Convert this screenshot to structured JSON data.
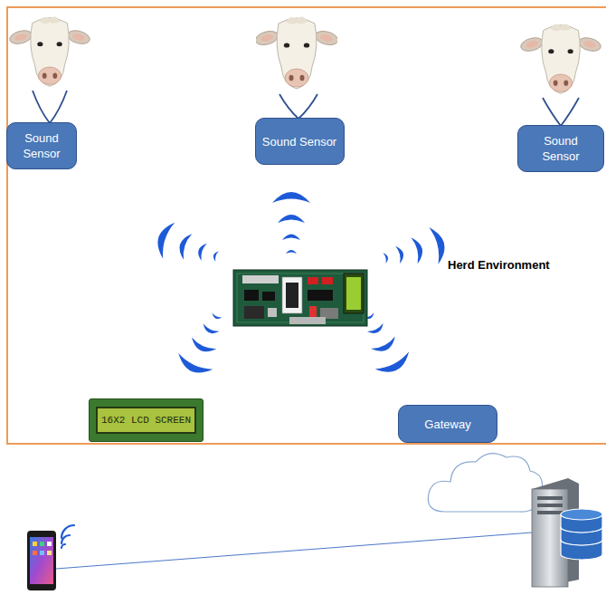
{
  "diagram": {
    "nodes": [
      {
        "text": [
          "Sound Sensor"
        ]
      },
      {
        "text": [
          "Sound Sensor"
        ]
      },
      {
        "text": [
          "Sound Sensor"
        ]
      },
      {
        "text": [
          "16X2 LCD SCREEN"
        ]
      },
      {
        "text": [
          "Gateway"
        ]
      }
    ],
    "labels": [
      "Herd Environment"
    ]
  }
}
